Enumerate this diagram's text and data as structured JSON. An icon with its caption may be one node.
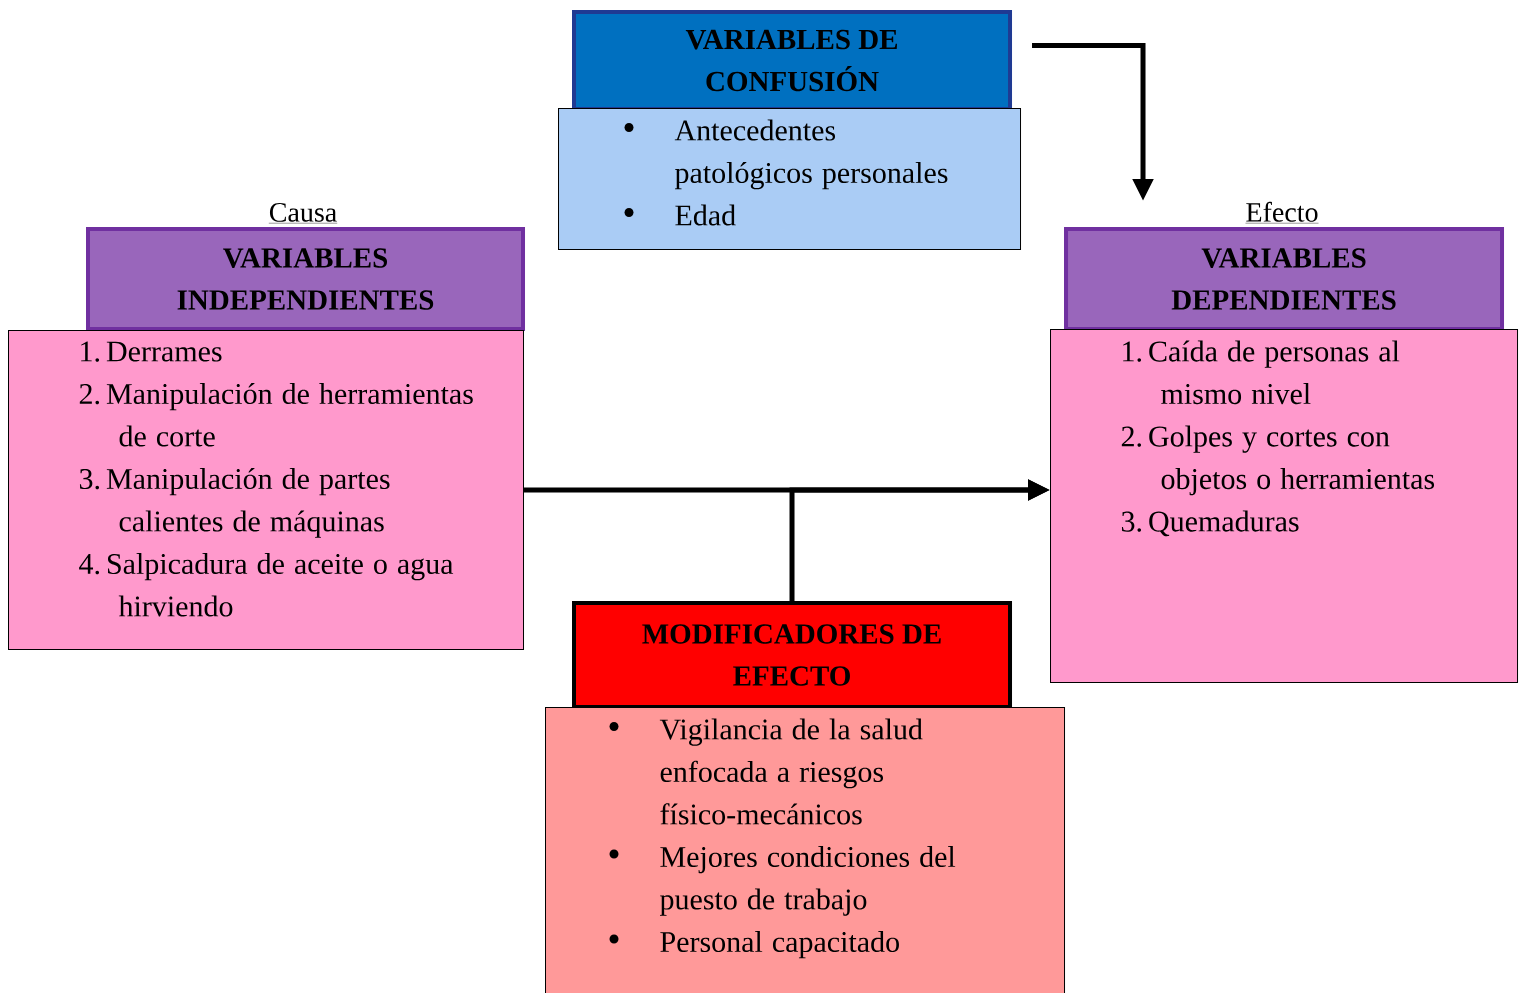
{
  "diagram": {
    "nodes": [
      {
        "text": [
          "VARIABLES DE CONFUSIÓN"
        ]
      },
      {
        "text": [
          "Antecedentes patológicos personales",
          "Edad"
        ]
      },
      {
        "text": [
          "VARIABLES INDEPENDIENTES"
        ],
        "beside": [
          "Causa"
        ]
      },
      {
        "text": [
          "1. Derrames",
          "2. Manipulación de herramientas de corte",
          "3. Manipulación  de partes calientes de máquinas",
          "4. Salpicadura de aceite o agua hirviendo"
        ]
      },
      {
        "text": [
          "VARIABLES DEPENDIENTES"
        ],
        "beside": [
          "Efecto"
        ]
      },
      {
        "text": [
          "1. Caída de personas al mismo nivel",
          "2. Golpes y cortes con objetos o herramientas",
          "3. Quemaduras"
        ]
      },
      {
        "text": [
          "MODIFICADORES DE EFECTO"
        ]
      },
      {
        "text": [
          "Vigilancia de la salud enfocada a riesgos físico-mecánicos",
          "Mejores condiciones del puesto de trabajo",
          "Personal capacitado"
        ]
      }
    ],
    "edges": [
      {
        "from": 0,
        "to": 4,
        "arrow": "to"
      },
      {
        "from": 3,
        "to": 5,
        "arrow": "to"
      },
      {
        "from": 6,
        "to": 5,
        "arrow": "to"
      }
    ]
  }
}
